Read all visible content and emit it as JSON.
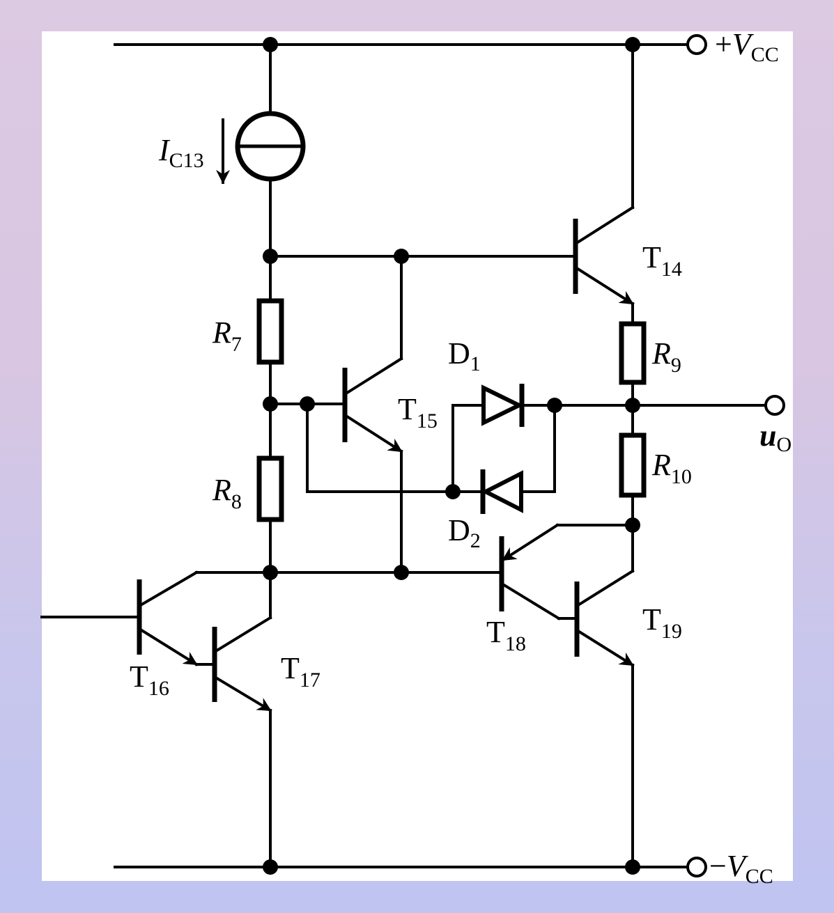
{
  "labels": {
    "vcc_pos": {
      "sign": "+",
      "main": "V",
      "sub": "CC"
    },
    "vcc_neg": {
      "sign": "−",
      "main": "V",
      "sub": "CC"
    },
    "ic13": {
      "main": "I",
      "sub": "C13"
    },
    "uo": {
      "main": "u",
      "sub": "O"
    },
    "r7": {
      "main": "R",
      "sub": "7"
    },
    "r8": {
      "main": "R",
      "sub": "8"
    },
    "r9": {
      "main": "R",
      "sub": "9"
    },
    "r10": {
      "main": "R",
      "sub": "10"
    },
    "d1": {
      "main": "D",
      "sub": "1"
    },
    "d2": {
      "main": "D",
      "sub": "2"
    },
    "t14": {
      "main": "T",
      "sub": "14"
    },
    "t15": {
      "main": "T",
      "sub": "15"
    },
    "t16": {
      "main": "T",
      "sub": "16"
    },
    "t17": {
      "main": "T",
      "sub": "17"
    },
    "t18": {
      "main": "T",
      "sub": "18"
    },
    "t19": {
      "main": "T",
      "sub": "19"
    }
  },
  "colors": {
    "background": "#d8c6e2",
    "panel": "#ffffff",
    "ink": "#000000"
  }
}
